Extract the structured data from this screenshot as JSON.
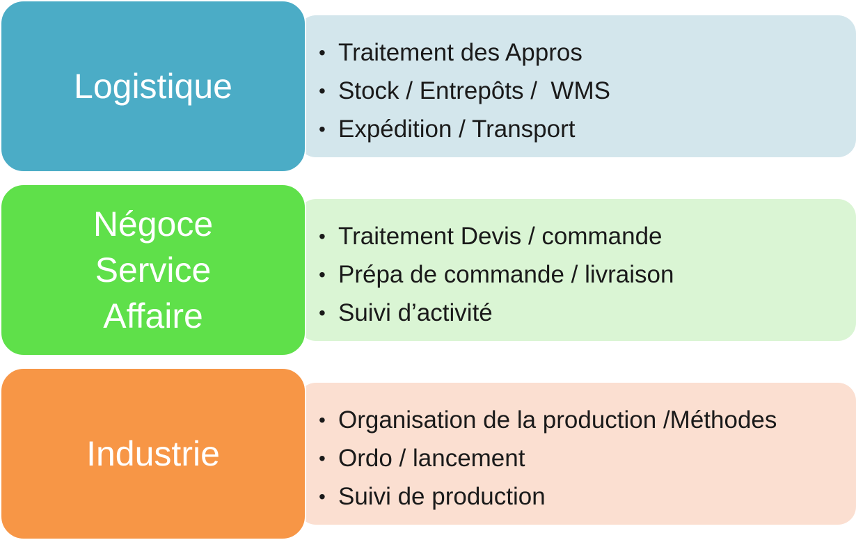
{
  "rows": [
    {
      "title_lines": [
        "Logistique"
      ],
      "items": [
        "Traitement des Appros",
        "Stock / Entrepôts /  WMS",
        "Expédition / Transport"
      ],
      "head_color": "#4bacc6",
      "panel_color": "#d3e6ec"
    },
    {
      "title_lines": [
        "Négoce",
        "Service",
        "Affaire"
      ],
      "items": [
        "Traitement Devis / commande",
        "Prépa de commande / livraison",
        "Suivi d’activité"
      ],
      "head_color": "#5fe04a",
      "panel_color": "#daf5d4"
    },
    {
      "title_lines": [
        "Industrie"
      ],
      "items": [
        "Organisation de la production /Méthodes",
        "Ordo / lancement",
        "Suivi de production"
      ],
      "head_color": "#f79646",
      "panel_color": "#fbdfd1"
    }
  ],
  "bullet_glyph": "•"
}
